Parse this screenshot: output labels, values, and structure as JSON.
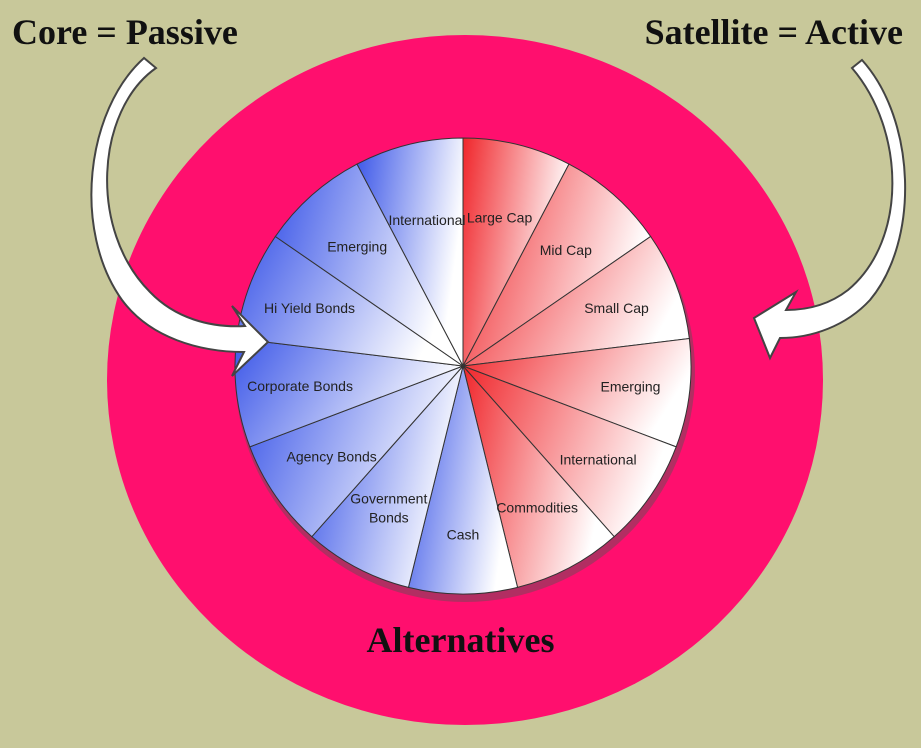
{
  "labels": {
    "core": "Core = Passive",
    "satellite": "Satellite = Active",
    "alternatives": "Alternatives"
  },
  "colors": {
    "background": "#c8c89a",
    "ring": "#ff0f6e",
    "core_accent": "#3b56e8",
    "satellite_accent": "#f0262b",
    "arrow_fill": "#ffffff",
    "arrow_outline": "#444444"
  },
  "segments": [
    {
      "label": "Large Cap",
      "group": "satellite"
    },
    {
      "label": "Mid Cap",
      "group": "satellite"
    },
    {
      "label": "Small Cap",
      "group": "satellite"
    },
    {
      "label": "Emerging",
      "group": "satellite"
    },
    {
      "label": "International",
      "group": "satellite"
    },
    {
      "label": "Commodities",
      "group": "satellite"
    },
    {
      "label": "Cash",
      "group": "core"
    },
    {
      "label": "Government Bonds",
      "group": "core"
    },
    {
      "label": "Agency Bonds",
      "group": "core"
    },
    {
      "label": "Corporate Bonds",
      "group": "core"
    },
    {
      "label": "Hi Yield Bonds",
      "group": "core"
    },
    {
      "label": "Emerging",
      "group": "core"
    },
    {
      "label": "International",
      "group": "core"
    }
  ]
}
